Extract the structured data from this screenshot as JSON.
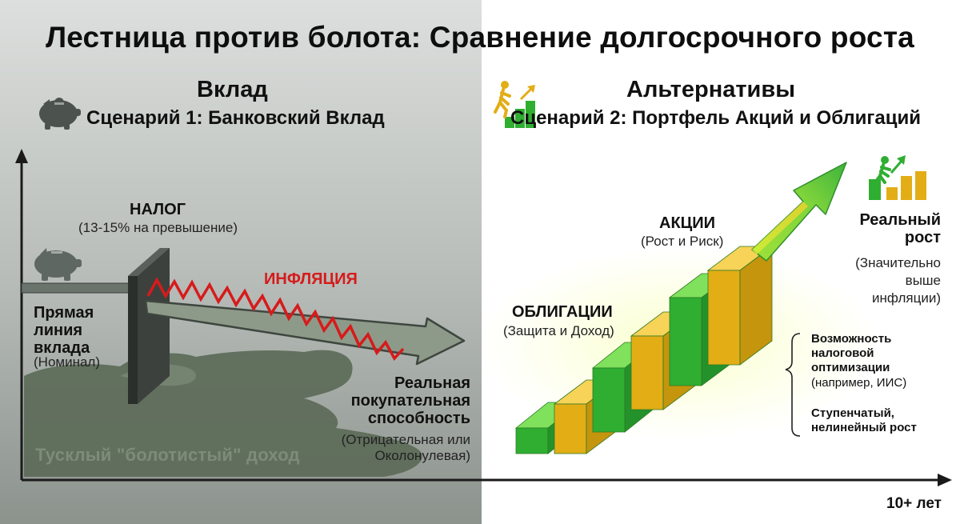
{
  "title": "Лестница против болота: Сравнение долгосрочного роста",
  "left": {
    "heading": "Вклад",
    "subheading": "Сценарий 1: Банковский Вклад",
    "tax_label": "НАЛОГ",
    "tax_note": "(13-15% на превышение)",
    "inflation_label": "ИНФЛЯЦИЯ",
    "deposit_line_label": [
      "Прямая",
      "линия",
      "вклада"
    ],
    "deposit_line_note": "(Номинал)",
    "real_power_label": [
      "Реальная",
      "покупательная",
      "способность"
    ],
    "real_power_note": [
      "(Отрицательная или",
      "Околонулевая)"
    ],
    "swamp_label": "Тусклый \"болотистый\" доход",
    "icons": [
      "piggy-bank-icon",
      "piggy-bank-icon"
    ]
  },
  "right": {
    "heading": "Альтернативы",
    "subheading": "Сценарий 2: Портфель Акций и Облигаций",
    "bonds_label": "ОБЛИГАЦИИ",
    "bonds_note": "(Защита и Доход)",
    "stocks_label": "АКЦИИ",
    "stocks_note": "(Рост и Риск)",
    "real_growth_label": [
      "Реальный",
      "рост"
    ],
    "real_growth_note": [
      "(Значительно",
      "выше",
      "инфляции)"
    ],
    "notes": [
      [
        "Возможность",
        "налоговой",
        "оптимизации"
      ],
      [
        "(например, ИИС)"
      ],
      [
        "Ступенчатый,",
        "нелинейный рост"
      ]
    ],
    "icons": [
      "climbing-person-icon",
      "growth-bars-icon"
    ]
  },
  "x_axis_label": "10+ лет",
  "colors": {
    "left_bg_top": "#d9dcda",
    "left_bg_bottom": "#8f9690",
    "swamp": "#5b6b57",
    "inflation": "#d61b1b",
    "green": "#39c43a",
    "yellow": "#e9b81b"
  }
}
